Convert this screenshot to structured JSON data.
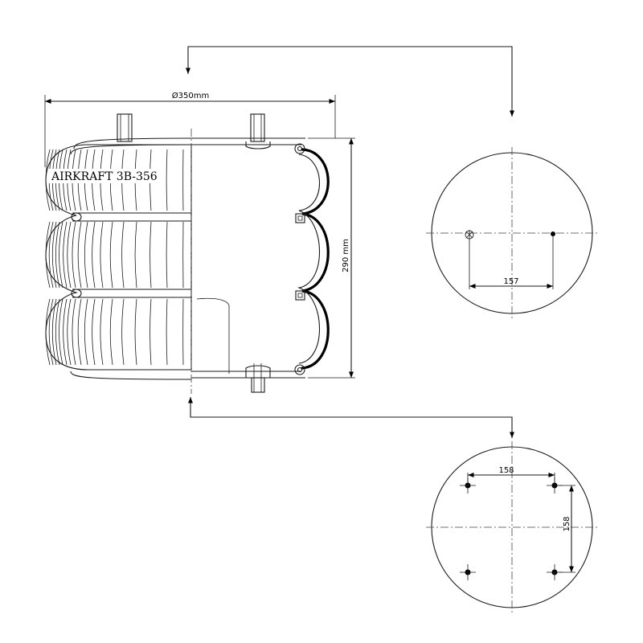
{
  "product": {
    "label": "AIRKRAFT 3B-356"
  },
  "dimensions": {
    "diameter": "Ø350mm",
    "height": "290 mm"
  },
  "top_plate": {
    "bolt_spacing": "157"
  },
  "bottom_plate": {
    "bolt_spacing_horizontal": "158",
    "bolt_spacing_vertical": "158"
  },
  "colors": {
    "line": "#1a1a1a",
    "background": "#ffffff"
  }
}
